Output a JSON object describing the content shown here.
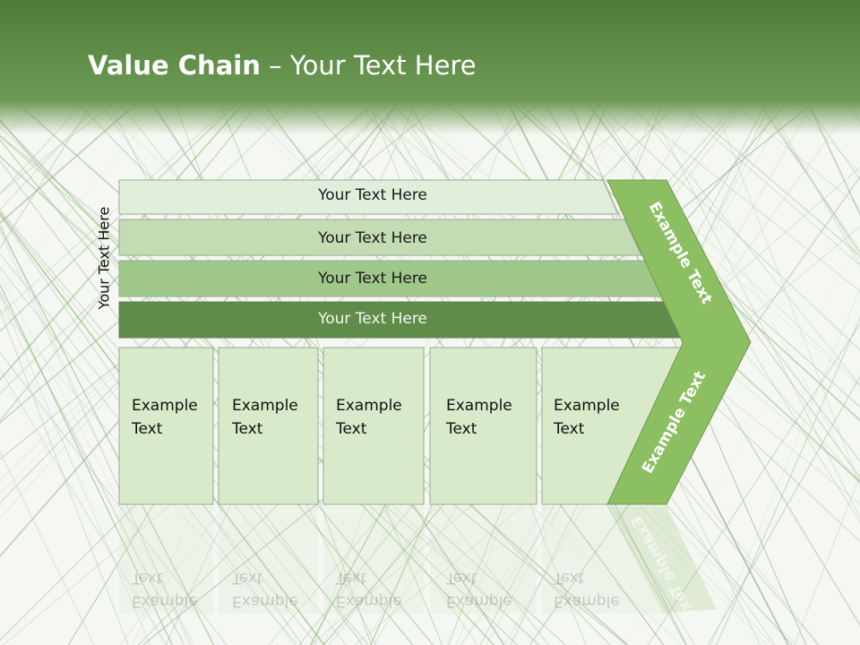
{
  "title": {
    "bold": "Value Chain",
    "rest": " – Your Text Here"
  },
  "side_label": "Your Text Here",
  "rows": [
    {
      "label": "Your Text Here",
      "color": "#e2eedc"
    },
    {
      "label": "Your Text Here",
      "color": "#c3dcb3"
    },
    {
      "label": "Your Text Here",
      "color": "#a0c78a"
    },
    {
      "label": "Your Text Here",
      "color": "#5f8c48"
    }
  ],
  "columns": [
    {
      "line1": "Example",
      "line2": "Text"
    },
    {
      "line1": "Example",
      "line2": "Text"
    },
    {
      "line1": "Example",
      "line2": "Text"
    },
    {
      "line1": "Example",
      "line2": "Text"
    },
    {
      "line1": "Example",
      "line2": "Text"
    }
  ],
  "chevron": {
    "top_label": "Example Text",
    "bottom_label": "Example Text",
    "color": "#8cbf62"
  },
  "cell_color": "#d8eac9"
}
